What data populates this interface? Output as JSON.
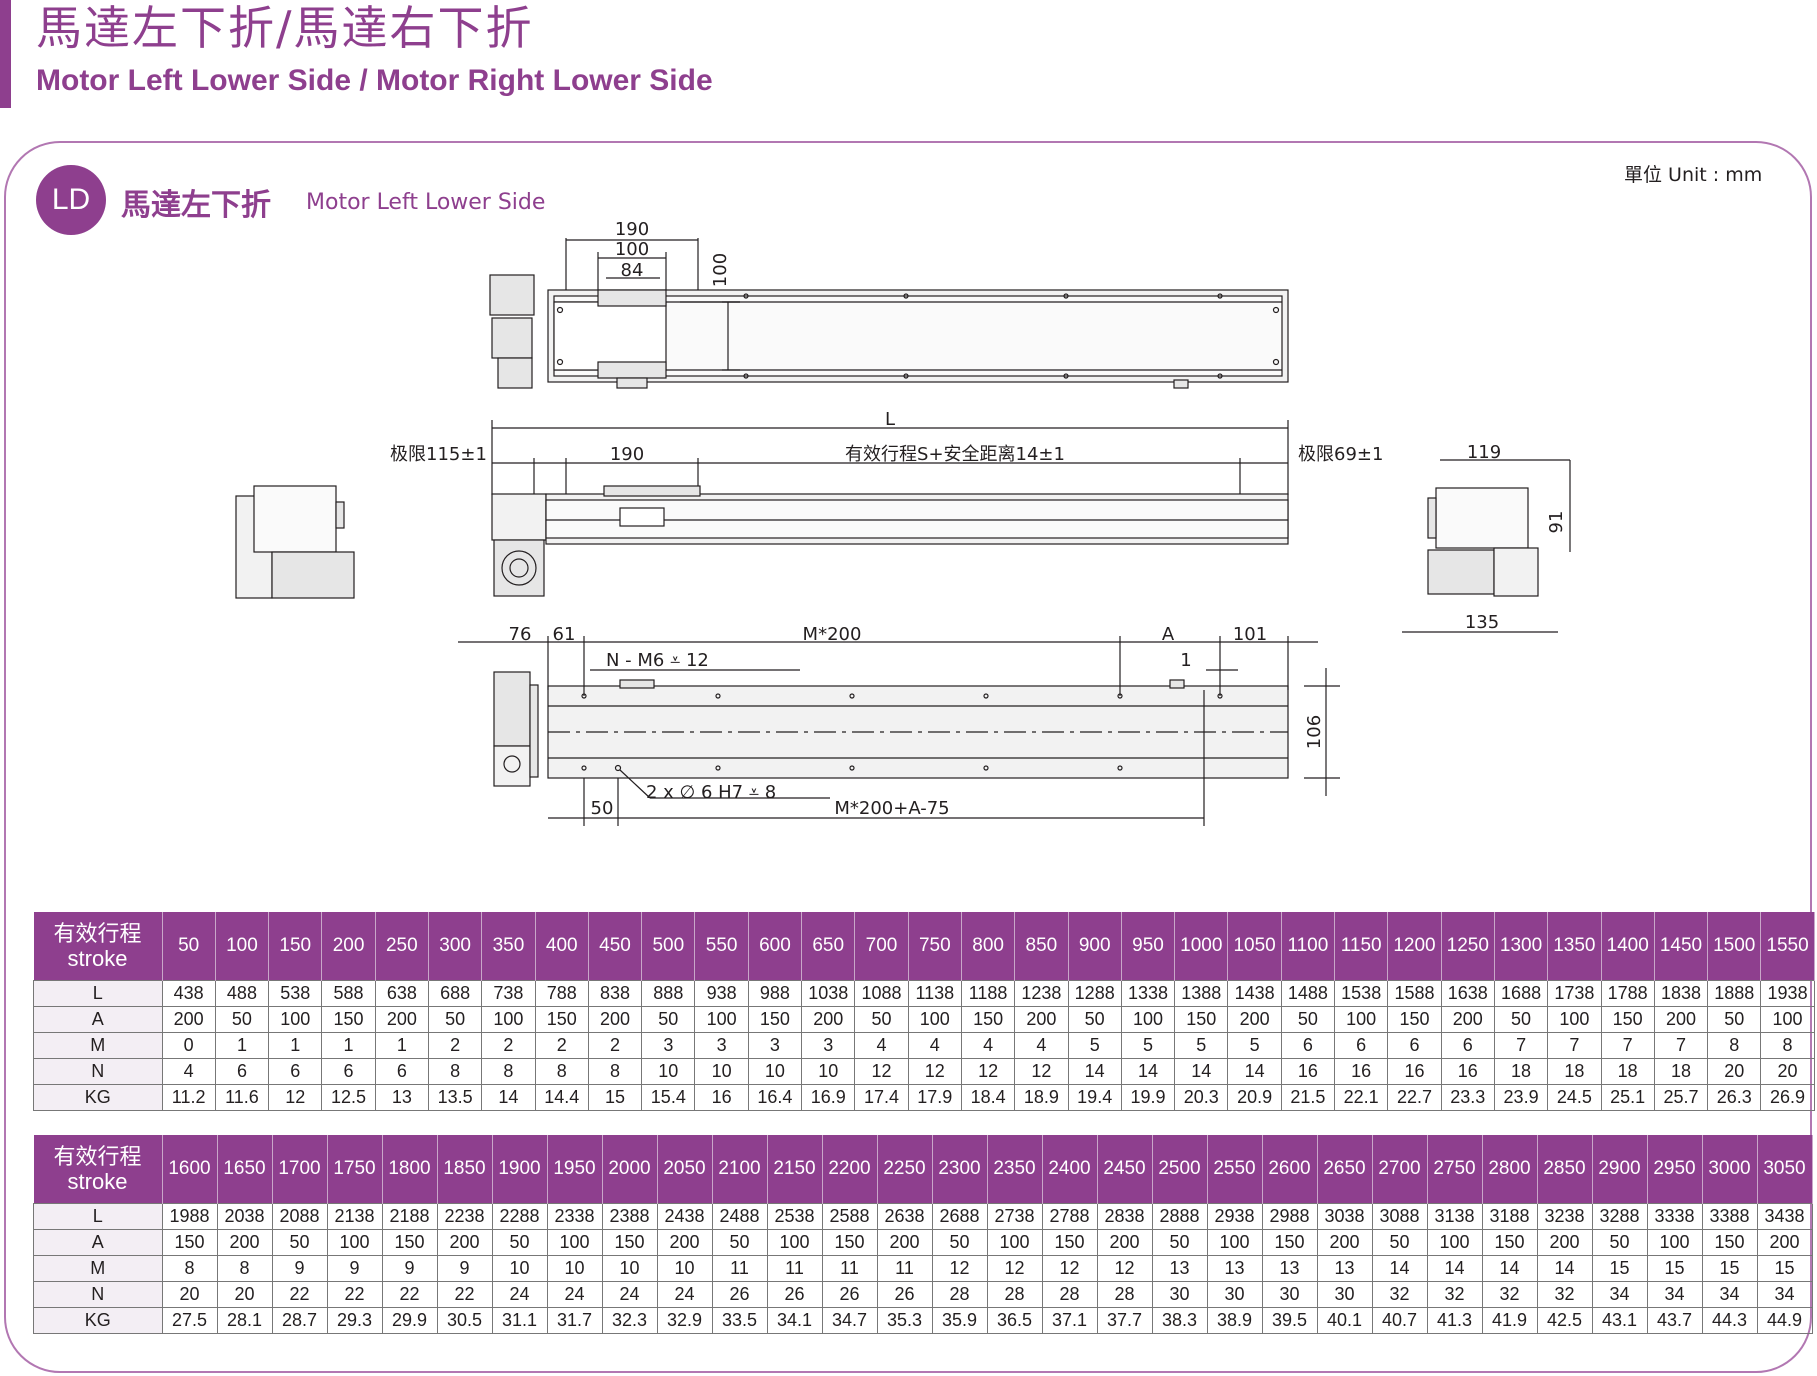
{
  "header": {
    "title_zh": "馬達左下折/馬達右下折",
    "title_en": "Motor Left Lower Side / Motor Right Lower Side"
  },
  "panel": {
    "unit": "單位 Unit : mm",
    "badge": "LD",
    "section_zh": "馬達左下折",
    "section_en": "Motor Left Lower Side"
  },
  "dims": {
    "top_190": "190",
    "top_100": "100",
    "top_84": "84",
    "top_100v": "100",
    "L": "L",
    "limit_left": "极限115±1",
    "front_190": "190",
    "stroke_text": "有效行程S+安全距离14±1",
    "limit_right": "极限69±1",
    "side_119": "119",
    "side_91": "91",
    "side_135": "135",
    "bot_76": "76",
    "bot_61": "61",
    "bot_M200": "M*200",
    "bot_A": "A",
    "bot_101": "101",
    "bot_N": "N - M6 ⩡ 12",
    "bot_1": "1",
    "bot_106": "106",
    "bot_2x": "2 x ∅ 6 H7 ⩡ 8",
    "bot_50": "50",
    "bot_M200A": "M*200+A-75"
  },
  "table1": {
    "header_zh": "有效行程",
    "header_en": "stroke",
    "strokes": [
      "50",
      "100",
      "150",
      "200",
      "250",
      "300",
      "350",
      "400",
      "450",
      "500",
      "550",
      "600",
      "650",
      "700",
      "750",
      "800",
      "850",
      "900",
      "950",
      "1000",
      "1050",
      "1100",
      "1150",
      "1200",
      "1250",
      "1300",
      "1350",
      "1400",
      "1450",
      "1500",
      "1550"
    ],
    "rows": [
      {
        "label": "L",
        "values": [
          "438",
          "488",
          "538",
          "588",
          "638",
          "688",
          "738",
          "788",
          "838",
          "888",
          "938",
          "988",
          "1038",
          "1088",
          "1138",
          "1188",
          "1238",
          "1288",
          "1338",
          "1388",
          "1438",
          "1488",
          "1538",
          "1588",
          "1638",
          "1688",
          "1738",
          "1788",
          "1838",
          "1888",
          "1938"
        ]
      },
      {
        "label": "A",
        "values": [
          "200",
          "50",
          "100",
          "150",
          "200",
          "50",
          "100",
          "150",
          "200",
          "50",
          "100",
          "150",
          "200",
          "50",
          "100",
          "150",
          "200",
          "50",
          "100",
          "150",
          "200",
          "50",
          "100",
          "150",
          "200",
          "50",
          "100",
          "150",
          "200",
          "50",
          "100"
        ]
      },
      {
        "label": "M",
        "values": [
          "0",
          "1",
          "1",
          "1",
          "1",
          "2",
          "2",
          "2",
          "2",
          "3",
          "3",
          "3",
          "3",
          "4",
          "4",
          "4",
          "4",
          "5",
          "5",
          "5",
          "5",
          "6",
          "6",
          "6",
          "6",
          "7",
          "7",
          "7",
          "7",
          "8",
          "8"
        ]
      },
      {
        "label": "N",
        "values": [
          "4",
          "6",
          "6",
          "6",
          "6",
          "8",
          "8",
          "8",
          "8",
          "10",
          "10",
          "10",
          "10",
          "12",
          "12",
          "12",
          "12",
          "14",
          "14",
          "14",
          "14",
          "16",
          "16",
          "16",
          "16",
          "18",
          "18",
          "18",
          "18",
          "20",
          "20"
        ]
      },
      {
        "label": "KG",
        "values": [
          "11.2",
          "11.6",
          "12",
          "12.5",
          "13",
          "13.5",
          "14",
          "14.4",
          "15",
          "15.4",
          "16",
          "16.4",
          "16.9",
          "17.4",
          "17.9",
          "18.4",
          "18.9",
          "19.4",
          "19.9",
          "20.3",
          "20.9",
          "21.5",
          "22.1",
          "22.7",
          "23.3",
          "23.9",
          "24.5",
          "25.1",
          "25.7",
          "26.3",
          "26.9"
        ]
      }
    ]
  },
  "table2": {
    "header_zh": "有效行程",
    "header_en": "stroke",
    "strokes": [
      "1600",
      "1650",
      "1700",
      "1750",
      "1800",
      "1850",
      "1900",
      "1950",
      "2000",
      "2050",
      "2100",
      "2150",
      "2200",
      "2250",
      "2300",
      "2350",
      "2400",
      "2450",
      "2500",
      "2550",
      "2600",
      "2650",
      "2700",
      "2750",
      "2800",
      "2850",
      "2900",
      "2950",
      "3000",
      "3050"
    ],
    "rows": [
      {
        "label": "L",
        "values": [
          "1988",
          "2038",
          "2088",
          "2138",
          "2188",
          "2238",
          "2288",
          "2338",
          "2388",
          "2438",
          "2488",
          "2538",
          "2588",
          "2638",
          "2688",
          "2738",
          "2788",
          "2838",
          "2888",
          "2938",
          "2988",
          "3038",
          "3088",
          "3138",
          "3188",
          "3238",
          "3288",
          "3338",
          "3388",
          "3438"
        ]
      },
      {
        "label": "A",
        "values": [
          "150",
          "200",
          "50",
          "100",
          "150",
          "200",
          "50",
          "100",
          "150",
          "200",
          "50",
          "100",
          "150",
          "200",
          "50",
          "100",
          "150",
          "200",
          "50",
          "100",
          "150",
          "200",
          "50",
          "100",
          "150",
          "200",
          "50",
          "100",
          "150",
          "200"
        ]
      },
      {
        "label": "M",
        "values": [
          "8",
          "8",
          "9",
          "9",
          "9",
          "9",
          "10",
          "10",
          "10",
          "10",
          "11",
          "11",
          "11",
          "11",
          "12",
          "12",
          "12",
          "12",
          "13",
          "13",
          "13",
          "13",
          "14",
          "14",
          "14",
          "14",
          "15",
          "15",
          "15",
          "15"
        ]
      },
      {
        "label": "N",
        "values": [
          "20",
          "20",
          "22",
          "22",
          "22",
          "22",
          "24",
          "24",
          "24",
          "24",
          "26",
          "26",
          "26",
          "26",
          "28",
          "28",
          "28",
          "28",
          "30",
          "30",
          "30",
          "30",
          "32",
          "32",
          "32",
          "32",
          "34",
          "34",
          "34",
          "34"
        ]
      },
      {
        "label": "KG",
        "values": [
          "27.5",
          "28.1",
          "28.7",
          "29.3",
          "29.9",
          "30.5",
          "31.1",
          "31.7",
          "32.3",
          "32.9",
          "33.5",
          "34.1",
          "34.7",
          "35.3",
          "35.9",
          "36.5",
          "37.1",
          "37.7",
          "38.3",
          "38.9",
          "39.5",
          "40.1",
          "40.7",
          "41.3",
          "41.9",
          "42.5",
          "43.1",
          "43.7",
          "44.3",
          "44.9"
        ]
      }
    ]
  }
}
